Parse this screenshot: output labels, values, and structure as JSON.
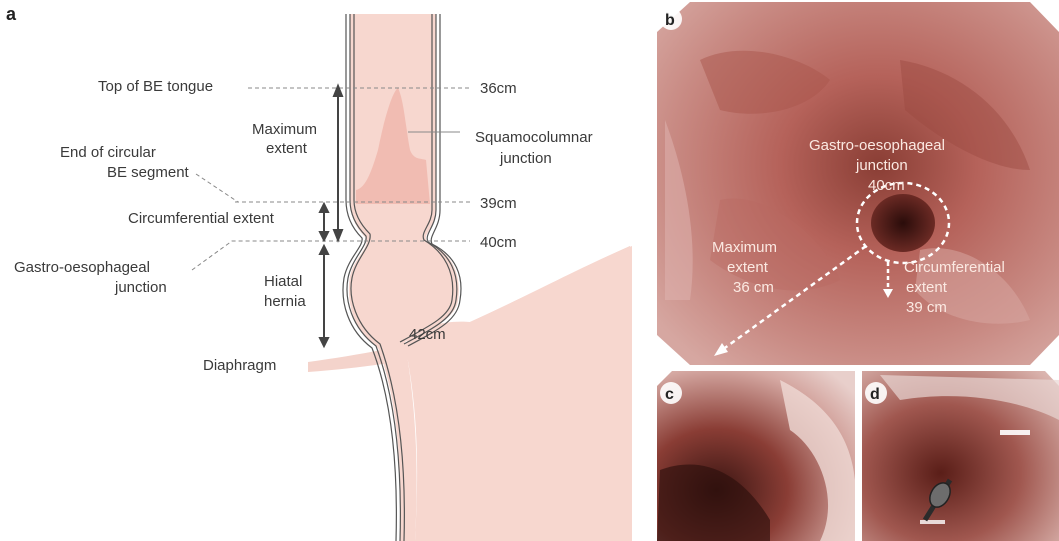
{
  "panels": {
    "a": "a",
    "b": "b",
    "c": "c",
    "d": "d"
  },
  "diagram_a": {
    "top_of_be_tongue": "Top of BE tongue",
    "maximum_extent_1": "Maximum",
    "maximum_extent_2": "extent",
    "squamocolumnar_1": "Squamocolumnar",
    "squamocolumnar_2": "junction",
    "end_circular_1": "End of circular",
    "end_circular_2": "BE segment",
    "circumferential_extent": "Circumferential extent",
    "goj_1": "Gastro-oesophageal",
    "goj_2": "junction",
    "hiatal_1": "Hiatal",
    "hiatal_2": "hernia",
    "diaphragm": "Diaphragm",
    "cm36": "36cm",
    "cm39": "39cm",
    "cm40": "40cm",
    "cm42": "42cm"
  },
  "photo_b": {
    "goj_1": "Gastro-oesophageal",
    "goj_2": "junction",
    "goj_3": "40cm",
    "max_1": "Maximum",
    "max_2": "extent",
    "max_3": "36 cm",
    "circ_1": "Circumferential",
    "circ_2": "extent",
    "circ_3": "39 cm"
  },
  "colors": {
    "tissue": "#f7d7cf",
    "mucosa_pink": "#c77870",
    "stroke": "#555555"
  }
}
